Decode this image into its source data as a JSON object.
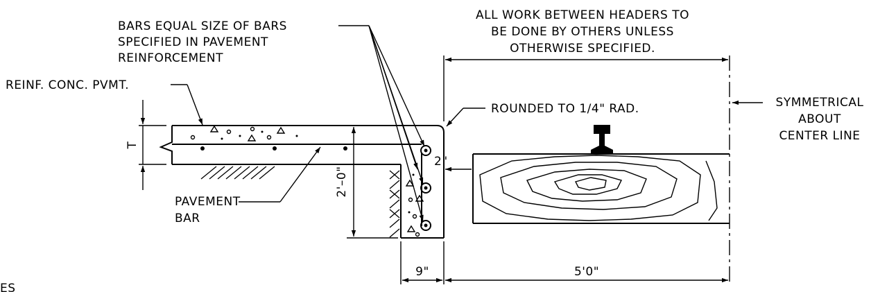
{
  "labels": {
    "bars_note": [
      "BARS EQUAL SIZE OF BARS",
      "SPECIFIED IN PAVEMENT",
      "REINFORCEMENT"
    ],
    "work_note": [
      "ALL WORK BETWEEN HEADERS TO",
      "BE DONE BY OTHERS UNLESS",
      "OTHERWISE SPECIFIED."
    ],
    "reinf_pvmt": "REINF. CONC. PVMT.",
    "rounded": "ROUNDED TO 1/4\" RAD.",
    "symmetrical": [
      "SYMMETRICAL",
      "ABOUT",
      "CENTER LINE"
    ],
    "pavement_bar": [
      "PAVEMENT",
      "BAR"
    ],
    "thickness": "T",
    "depth": "2'–0\"",
    "gap": "2\"",
    "width": "9\"",
    "span": "5'0\"",
    "cut_text": "ES"
  }
}
